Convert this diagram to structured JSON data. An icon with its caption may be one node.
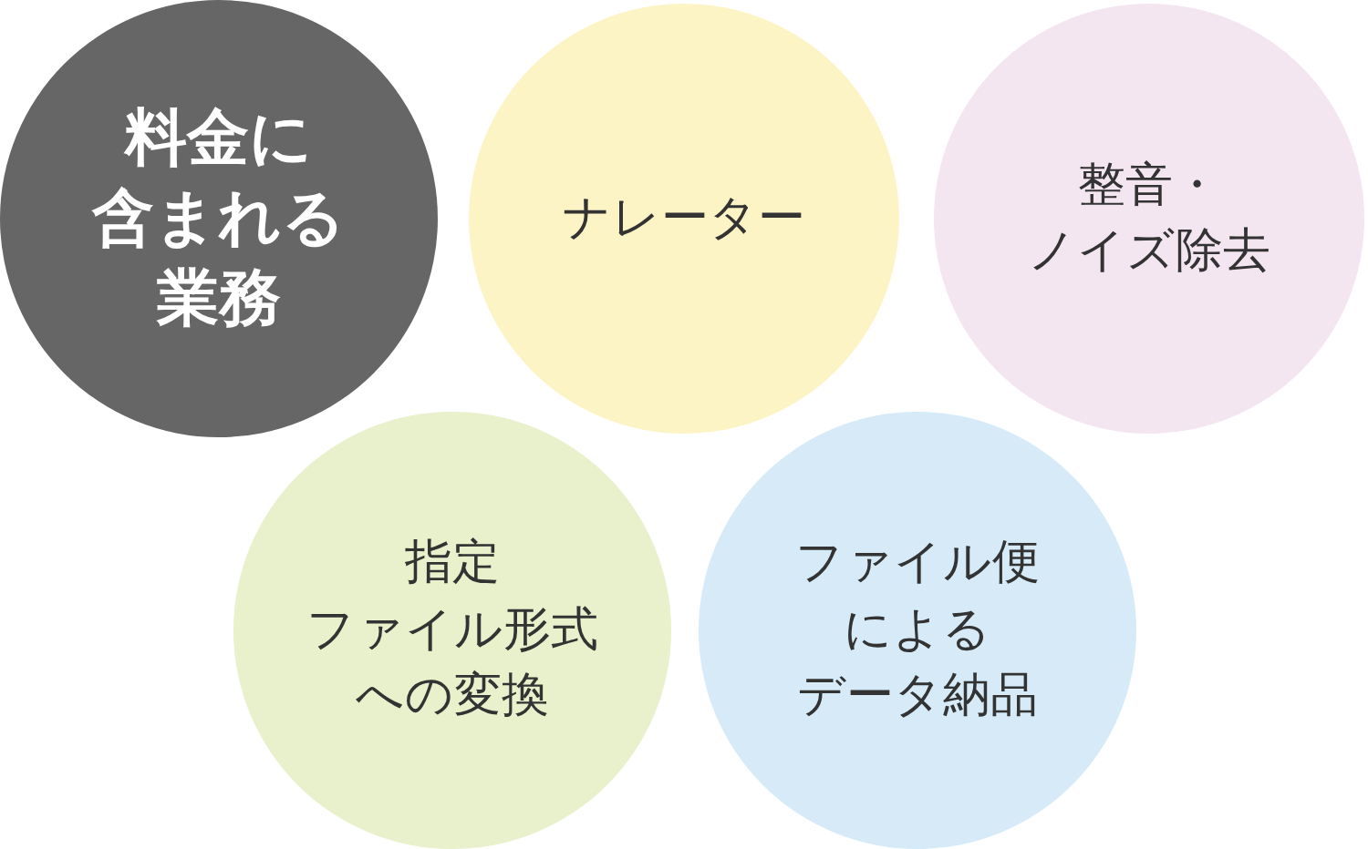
{
  "diagram": {
    "nodes": [
      {
        "text": [
          "料金に含まれる業務"
        ]
      },
      {
        "text": [
          "ナレーター"
        ]
      },
      {
        "text": [
          "整音・ノイズ除去"
        ]
      },
      {
        "text": [
          "指定ファイル形式への変換"
        ]
      },
      {
        "text": [
          "ファイル便によるデータ納品"
        ]
      }
    ]
  }
}
